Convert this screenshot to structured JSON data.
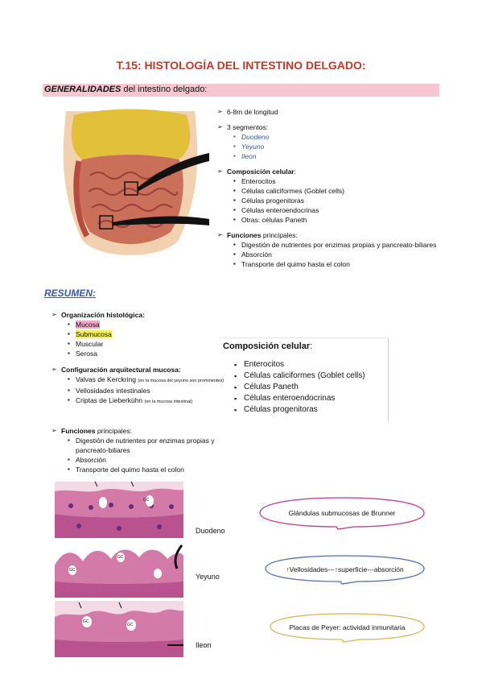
{
  "title": "T.15: HISTOLOGÍA DEL INTESTINO DELGADO:",
  "generalidades": {
    "bold": "GENERALIDADES",
    "rest": " del intestino delgado:"
  },
  "right": {
    "longitud": "6-8m de longitud",
    "segmentos_label": "3 segmentos:",
    "segmentos": [
      "Duodeno",
      "Yeyuno",
      "Ileon"
    ],
    "composicion_label": "Composición celular",
    "composicion_suffix": ":",
    "composicion": [
      "Enterocitos",
      "Células caliciformes (Goblet cells)",
      "Células progenitoras",
      "Células enteroendocrinas",
      "Otras: células Paneth"
    ],
    "funciones_bold": "Funciones",
    "funciones_rest": " principales:",
    "funciones": [
      "Digestión de nutrientes por enzimas propias y pancreato-biliares",
      "Absorción",
      "Transporte del quimo hasta el colon"
    ]
  },
  "resumen": "RESUMEN:",
  "left": {
    "organizacion_label": "Organización histológica:",
    "organizacion": [
      "Mucosa",
      "Submucosa",
      "Muscular",
      "Serosa"
    ],
    "configuracion_label": "Configuración arquitectural mucosa:",
    "configuracion": [
      {
        "text": "Valvas de Kerckring",
        "note": "(en la mucosa del yeyuno son prominentes)"
      },
      {
        "text": "Vellosidades intestinales",
        "note": ""
      },
      {
        "text": "Criptas de Lieberkühn",
        "note": "(en la mucosa intestinal)"
      }
    ],
    "funciones_bold": "Funciones",
    "funciones_rest": " principales:",
    "funciones": [
      "Digestión de nutrientes por enzimas propias y pancreato-biliares",
      "Absorción",
      "Transporte del quimo hasta el colon"
    ]
  },
  "comp_box": {
    "title": "Composición celular",
    "title_suffix": ":",
    "items": [
      "Enterocitos",
      "Células caliciformes (Goblet cells)",
      "Células Paneth",
      "Células enteroendocrinas",
      "Células progenitoras"
    ]
  },
  "micro_labels": [
    "Duodeno",
    "Yeyuno",
    "Ileon"
  ],
  "micro_marks": [
    "GC",
    "GC",
    "GC",
    "GC",
    "GC"
  ],
  "bubbles": {
    "brunner": "Glándulas submucosas de Brunner",
    "vellosidades": "↑Vellosidades---↑superficie---absorción",
    "peyer": "Placas de Peyer: actividad inmunitaria"
  },
  "colors": {
    "title": "#c0392b",
    "band": "#f6c6d3",
    "accent_blue": "#3a5a9a",
    "bubble_pink": "#c2378a",
    "bubble_blue": "#4f6fb0",
    "bubble_gold": "#d7b35a"
  }
}
